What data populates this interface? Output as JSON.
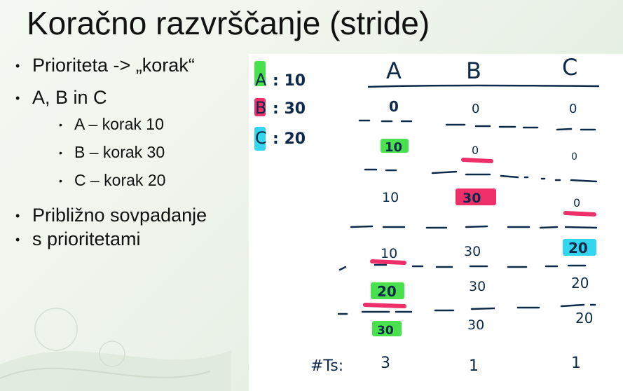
{
  "slide": {
    "title": "Koračno razvrščanje (stride)",
    "bullets": [
      {
        "text": "Prioriteta -> „korak“"
      },
      {
        "text": "A, B in C",
        "sub": [
          "A – korak 10",
          "B – korak 30",
          "C – korak 20"
        ]
      },
      {
        "text": "Približno sovpadanje",
        "text2": "s prioritetami"
      }
    ]
  },
  "notes": {
    "legend": [
      {
        "letter": "A",
        "value": ": 10",
        "color": "#49e14d"
      },
      {
        "letter": "B",
        "value": ": 30",
        "color": "#ee2f6a"
      },
      {
        "letter": "C",
        "value": ": 20",
        "color": "#32d6ee"
      }
    ],
    "headers": [
      "A",
      "B",
      "C"
    ],
    "rows": [
      [
        "0",
        "0",
        "0"
      ],
      [
        "10",
        "0",
        "0"
      ],
      [
        "10",
        "30",
        "0"
      ],
      [
        "10",
        "30",
        "20"
      ],
      [
        "20",
        "30",
        "20"
      ],
      [
        "30",
        "30",
        "20"
      ]
    ],
    "totals_label": "#Ts:",
    "totals": [
      "3",
      "1",
      "1"
    ]
  }
}
